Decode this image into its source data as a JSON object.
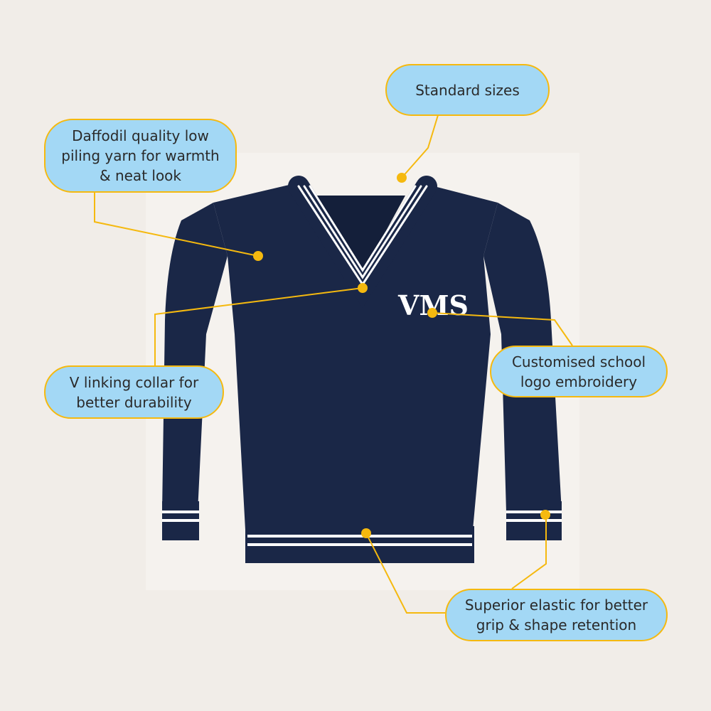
{
  "colors": {
    "background": "#f1ede8",
    "callout_fill": "#a3d8f5",
    "callout_border": "#f5b90f",
    "sweater": "#1a2747",
    "stripe": "#ffffff"
  },
  "sweater": {
    "logo_text": "VMS"
  },
  "callouts": [
    {
      "id": "sizes",
      "text": "Standard sizes"
    },
    {
      "id": "yarn",
      "text": "Daffodil quality low piling yarn for warmth & neat look"
    },
    {
      "id": "collar",
      "text": "V linking collar for better durability"
    },
    {
      "id": "logo",
      "text": "Customised school logo embroidery"
    },
    {
      "id": "elastic",
      "text": "Superior elastic for better grip & shape retention"
    }
  ]
}
